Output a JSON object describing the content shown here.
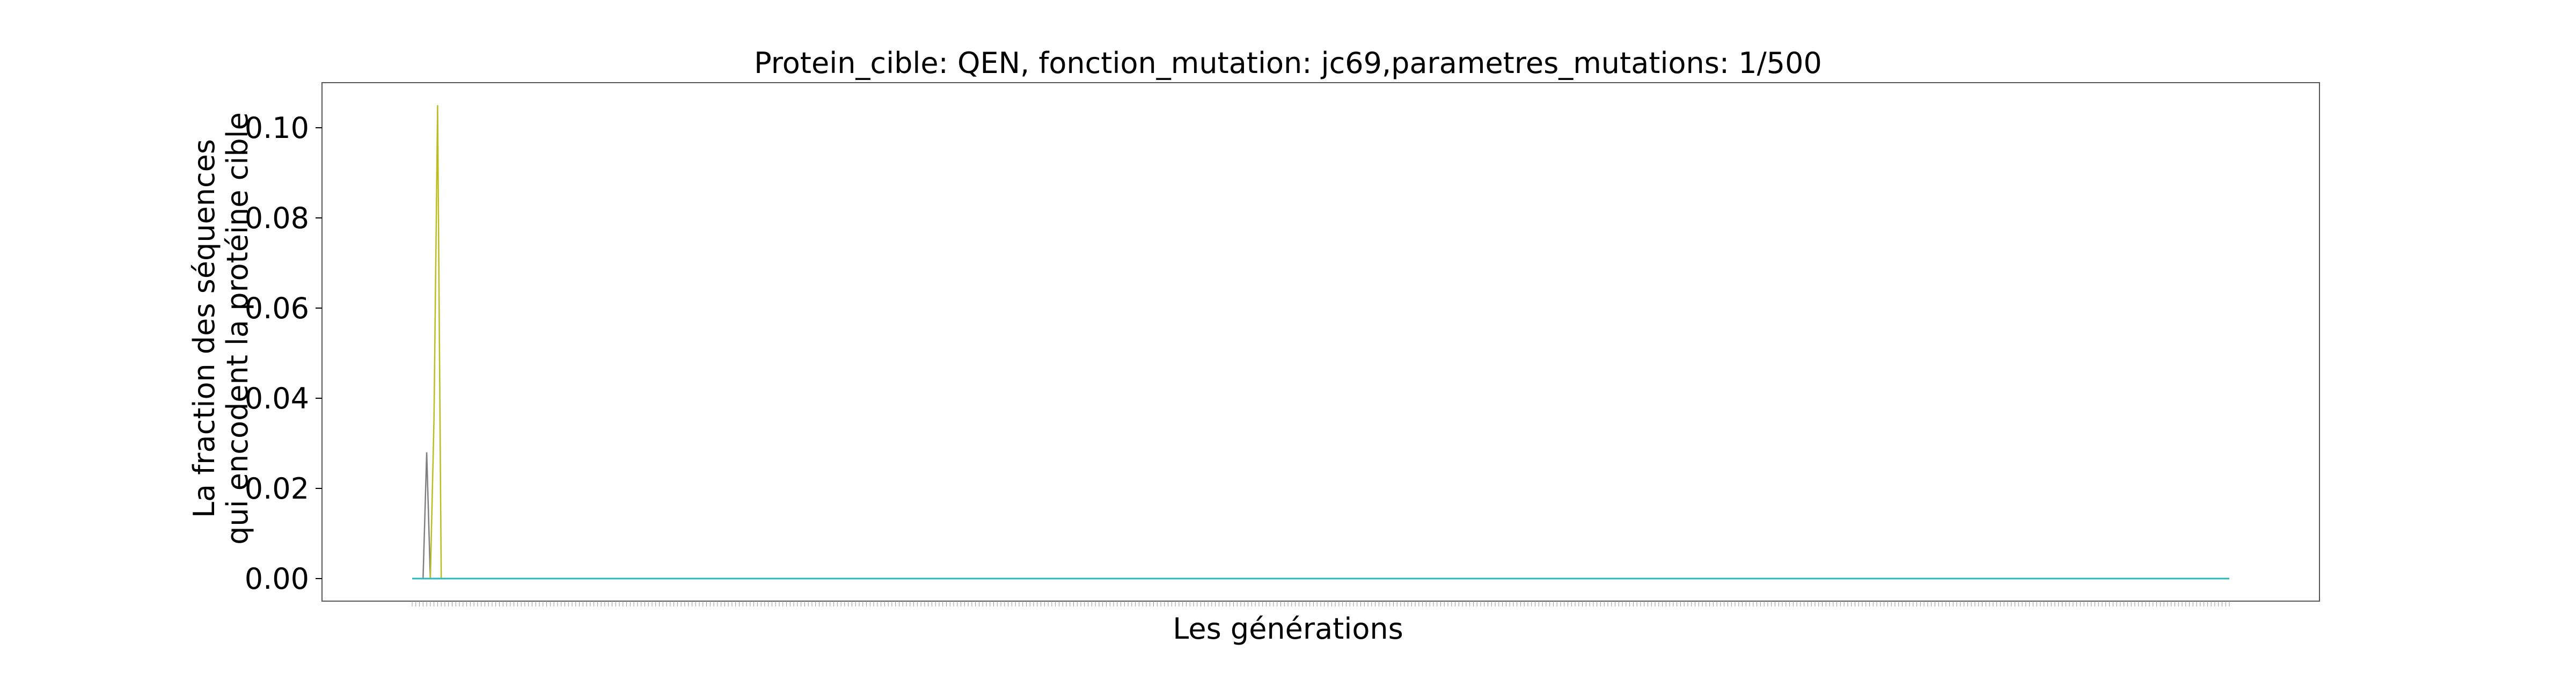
{
  "chart_data": {
    "type": "line",
    "title": "Protein_cible: QEN, fonction_mutation: jc69,parametres_mutations: 1/500",
    "xlabel": "Les générations",
    "ylabel_lines": [
      "La fraction des séquences",
      "qui encodent la protéine cible"
    ],
    "ylim": [
      -0.005,
      0.11
    ],
    "yticks": [
      "0.00",
      "0.02",
      "0.04",
      "0.06",
      "0.08",
      "0.10"
    ],
    "x_count": 501,
    "x_tick_labels_legible": false,
    "grid": false,
    "legend": "none",
    "series": [
      {
        "color": "#1f77b4",
        "spikes": [],
        "flat_value": 0.0
      },
      {
        "color": "#ff7f0e",
        "spikes": [],
        "flat_value": 0.0
      },
      {
        "color": "#2ca02c",
        "spikes": [],
        "flat_value": 0.0
      },
      {
        "color": "#d62728",
        "spikes": [],
        "flat_value": 0.0
      },
      {
        "color": "#9467bd",
        "spikes": [],
        "flat_value": 0.0
      },
      {
        "color": "#8c564b",
        "spikes": [],
        "flat_value": 0.0
      },
      {
        "color": "#e377c2",
        "spikes": [],
        "flat_value": 0.0
      },
      {
        "color": "#7f7f7f",
        "spikes": [
          {
            "x": 2,
            "y": 0.0
          },
          {
            "x": 4,
            "y": 0.028
          },
          {
            "x": 6,
            "y": 0.0
          }
        ],
        "flat_value": 0.0
      },
      {
        "color": "#bcbd22",
        "spikes": [
          {
            "x": 5,
            "y": 0.0
          },
          {
            "x": 6,
            "y": 0.035
          },
          {
            "x": 7,
            "y": 0.105
          },
          {
            "x": 8,
            "y": 0.0
          }
        ],
        "flat_value": 0.0
      },
      {
        "color": "#17becf",
        "spikes": [],
        "flat_value": 0.0
      }
    ]
  }
}
